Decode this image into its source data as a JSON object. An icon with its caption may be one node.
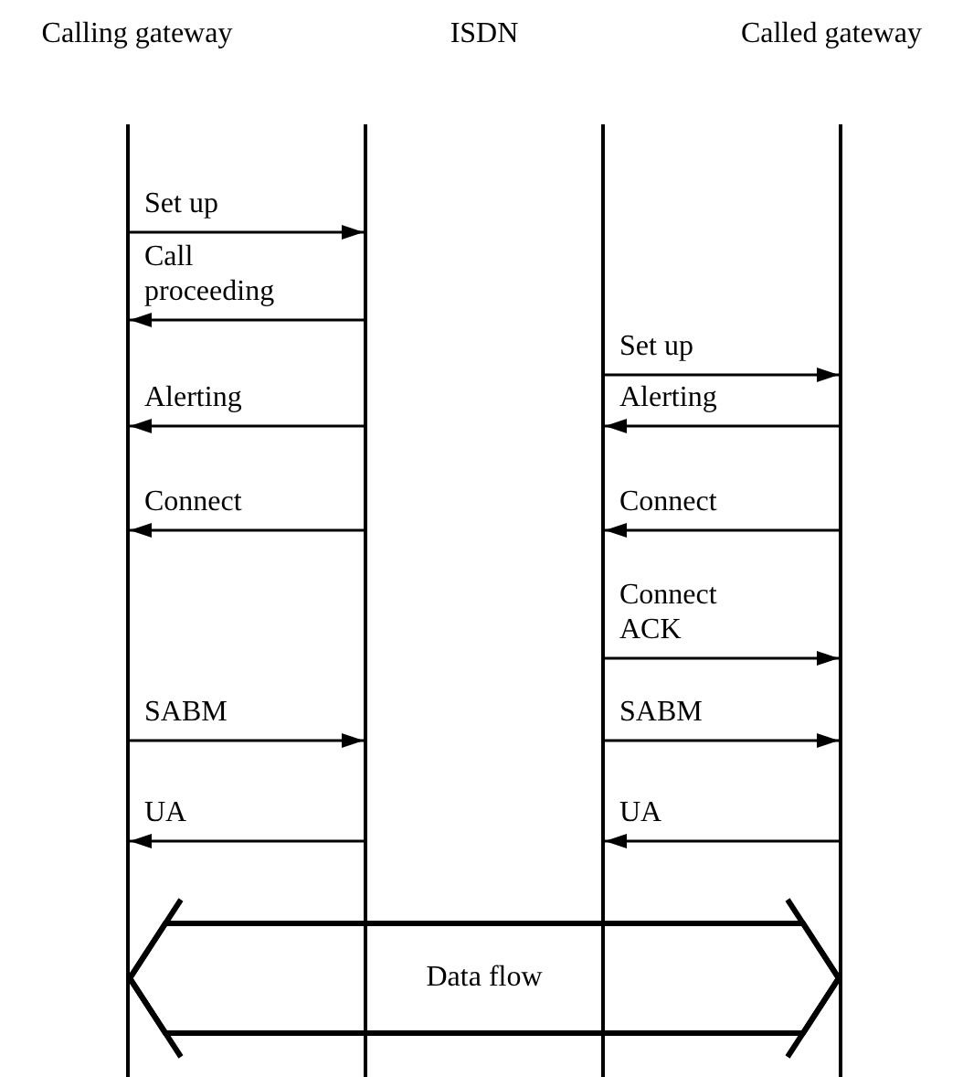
{
  "diagram": {
    "nodes": [
      {
        "text": [],
        "shape": "bar"
      },
      {
        "text": [],
        "shape": "bar"
      },
      {
        "text": [],
        "shape": "bar"
      },
      {
        "text": [],
        "shape": "bar"
      }
    ],
    "edges": [
      {
        "from": 0,
        "to": 1,
        "arrow": "to",
        "label": "Set up"
      },
      {
        "from": 1,
        "to": 0,
        "arrow": "to",
        "label": "Call proceeding"
      },
      {
        "from": 2,
        "to": 3,
        "arrow": "to",
        "label": "Set up"
      },
      {
        "from": 1,
        "to": 0,
        "arrow": "to",
        "label": "Alerting"
      },
      {
        "from": 3,
        "to": 2,
        "arrow": "to",
        "label": "Alerting"
      },
      {
        "from": 1,
        "to": 0,
        "arrow": "to",
        "label": "Connect"
      },
      {
        "from": 3,
        "to": 2,
        "arrow": "to",
        "label": "Connect"
      },
      {
        "from": 2,
        "to": 3,
        "arrow": "to",
        "label": "Connect ACK"
      },
      {
        "from": 0,
        "to": 1,
        "arrow": "to",
        "label": "SABM"
      },
      {
        "from": 2,
        "to": 3,
        "arrow": "to",
        "label": "SABM"
      },
      {
        "from": 1,
        "to": 0,
        "arrow": "to",
        "label": "UA"
      },
      {
        "from": 3,
        "to": 2,
        "arrow": "to",
        "label": "UA"
      },
      {
        "from": 0,
        "to": 3,
        "arrow": "both",
        "label": "Data flow",
        "style": "thick"
      }
    ],
    "labels": [
      "Calling gateway",
      "ISDN",
      "Called gateway"
    ]
  }
}
